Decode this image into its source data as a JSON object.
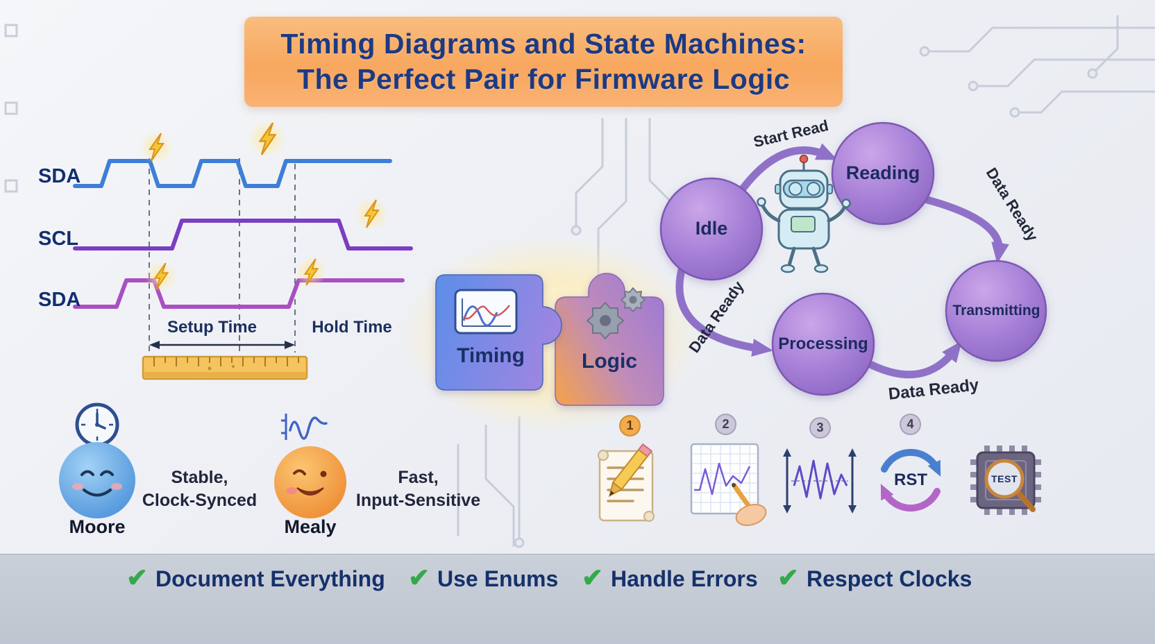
{
  "title": {
    "line1": "Timing Diagrams and State Machines:",
    "line2": "The Perfect Pair for Firmware Logic"
  },
  "timing": {
    "signal1": "SDA",
    "signal2": "SCL",
    "signal3": "SDA",
    "setup_label": "Setup Time",
    "hold_label": "Hold Time"
  },
  "machines": {
    "moore_name": "Moore",
    "moore_desc1": "Stable,",
    "moore_desc2": "Clock-Synced",
    "mealy_name": "Mealy",
    "mealy_desc1": "Fast,",
    "mealy_desc2": "Input-Sensitive"
  },
  "puzzle": {
    "left": "Timing",
    "right": "Logic"
  },
  "fsm": {
    "states": {
      "idle": "Idle",
      "reading": "Reading",
      "processing": "Processing",
      "transmitting": "Transmitting"
    },
    "transitions": {
      "start_read": "Start Read",
      "data_ready_right": "Data Ready",
      "data_ready_left": "Data Ready",
      "data_ready_bottom": "Data Ready"
    }
  },
  "steps": {
    "n1": "1",
    "n2": "2",
    "n3": "3",
    "n4": "4",
    "rst": "RST",
    "test": "TEST"
  },
  "footer": {
    "check_icon": "✔",
    "items": [
      "Document Everything",
      "Use Enums",
      "Handle Errors",
      "Respect Clocks"
    ]
  },
  "colors": {
    "accent_orange": "#f8a75e",
    "navy": "#1d3a82",
    "check_green": "#35a94a",
    "state_purple": "#9a74d0",
    "sda_blue": "#3d7fd6",
    "scl_purple": "#7a3fc1",
    "sda_magenta": "#a94fc2"
  }
}
